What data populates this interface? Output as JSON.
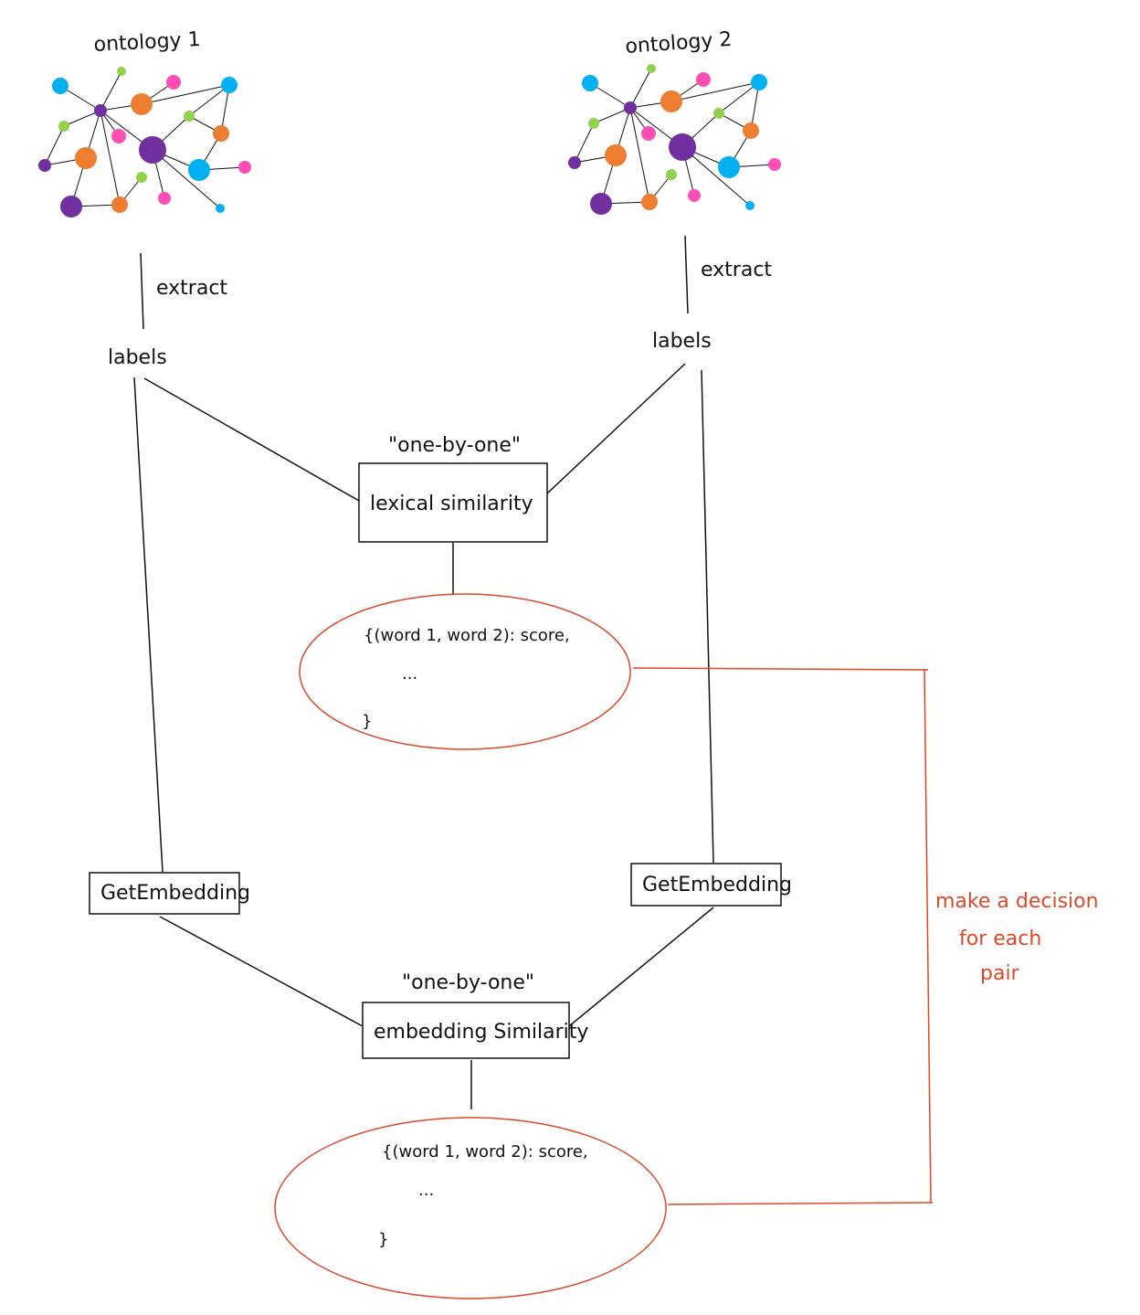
{
  "colors": {
    "ink": "#111111",
    "accent": "#d94a2a",
    "node_purple": "#7030a0",
    "node_orange": "#ed7d31",
    "node_blue": "#00b0f0",
    "node_pink": "#ff4fb4",
    "node_green": "#92d050"
  },
  "ontology1": {
    "title": "ontology 1",
    "extract": "extract",
    "labels": "labels"
  },
  "ontology2": {
    "title": "ontology 2",
    "extract": "extract",
    "labels": "labels"
  },
  "lexical": {
    "note": "\"one-by-one\"",
    "box": "lexical similarity"
  },
  "embed_left": {
    "box": "GetEmbedding"
  },
  "embed_right": {
    "box": "GetEmbedding"
  },
  "embedding": {
    "note": "\"one-by-one\"",
    "box": "embedding Similarity"
  },
  "result_lexical": {
    "line1": "{(word 1, word 2): score,",
    "line2": "...",
    "line3": "}"
  },
  "result_embedding": {
    "line1": "{(word 1, word 2): score,",
    "line2": "...",
    "line3": "}"
  },
  "decision": {
    "line1": "make a decision",
    "line2": "for each",
    "line3": "pair"
  }
}
